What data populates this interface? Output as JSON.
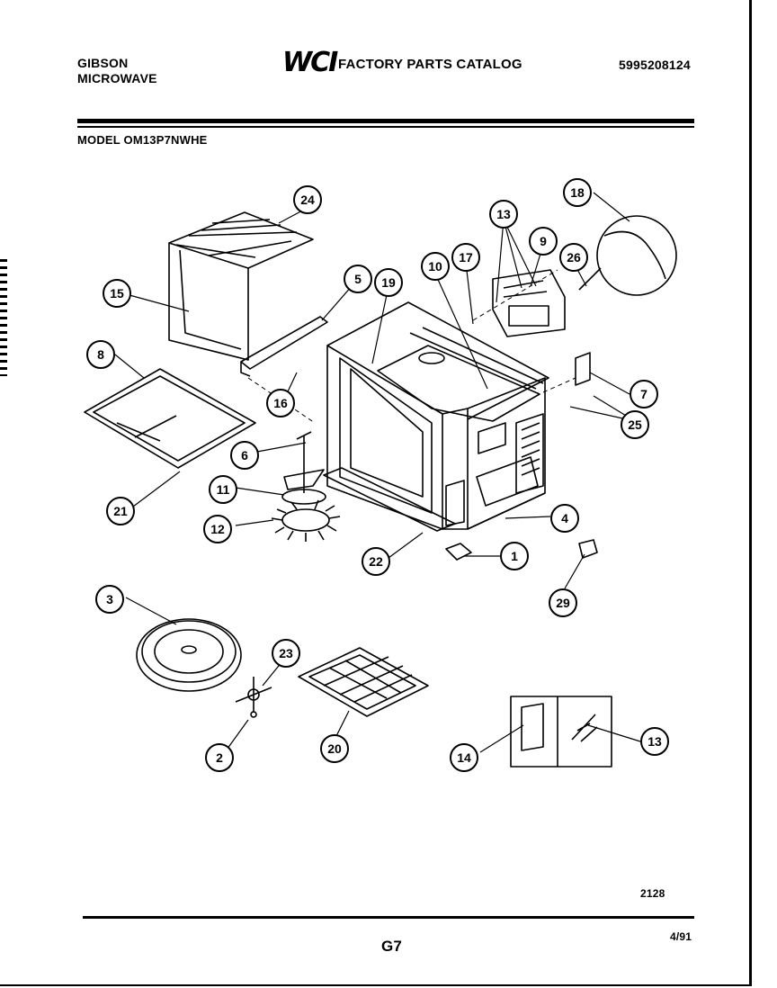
{
  "header": {
    "brand_line1": "GIBSON",
    "brand_line2": "MICROWAVE",
    "logo_text": "WCI",
    "catalog_title": "FACTORY PARTS CATALOG",
    "part_number": "5995208124",
    "model": "MODEL OM13P7NWHE"
  },
  "footer": {
    "figure_code": "2128",
    "page_id": "G7",
    "date": "4/91"
  },
  "callouts": [
    "24",
    "15",
    "5",
    "19",
    "10",
    "17",
    "13",
    "9",
    "26",
    "18",
    "8",
    "7",
    "16",
    "25",
    "6",
    "11",
    "12",
    "21",
    "22",
    "4",
    "1",
    "29",
    "3",
    "23",
    "2",
    "20",
    "14",
    "13"
  ]
}
